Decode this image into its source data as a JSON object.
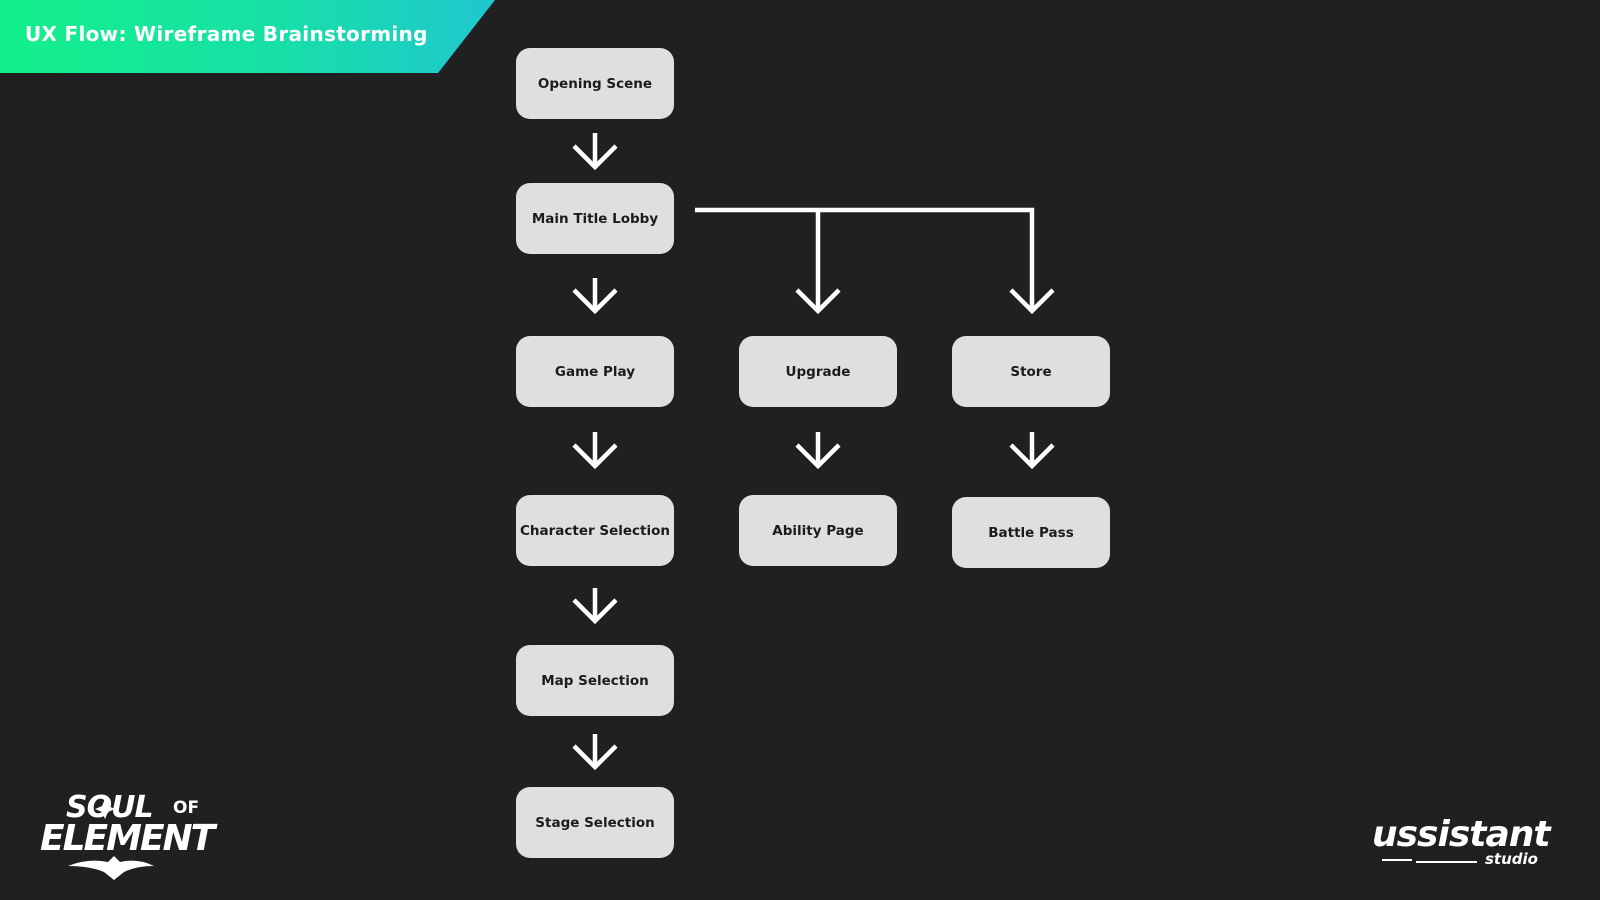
{
  "header": {
    "title": "UX Flow: Wireframe Brainstorming"
  },
  "flow": {
    "nodes": {
      "opening_scene": "Opening Scene",
      "main_title_lobby": "Main Title Lobby",
      "game_play": "Game Play",
      "upgrade": "Upgrade",
      "store": "Store",
      "character_selection": "Character Selection",
      "ability_page": "Ability Page",
      "battle_pass": "Battle Pass",
      "map_selection": "Map Selection",
      "stage_selection": "Stage Selection"
    }
  },
  "logos": {
    "left": {
      "soul": "SOUL",
      "of": "OF",
      "element": "ELEMENT"
    },
    "right": {
      "main": "ussistant",
      "sub": "studio"
    }
  },
  "colors": {
    "background": "#202020",
    "node_fill": "#dfdfdf",
    "banner_start": "#13f08a",
    "banner_end": "#1fc7cf",
    "connector": "#ffffff"
  }
}
